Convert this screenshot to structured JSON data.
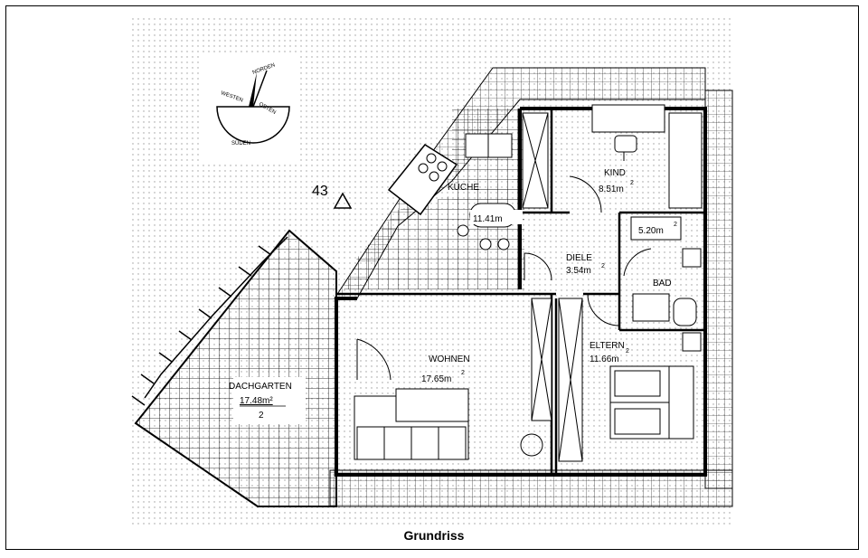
{
  "caption": "Grundriss",
  "compass": {
    "north": "NORDEN",
    "west": "WESTEN",
    "east": "OSTEN",
    "south": "SÜDEN"
  },
  "marker": "43",
  "rooms": {
    "kueche": {
      "name": "KÜCHE",
      "area": "11.41m"
    },
    "kind": {
      "name": "KIND",
      "area": "8.51m"
    },
    "bad_area": "5.20m",
    "diele": {
      "name": "DIELE",
      "area": "3.54m"
    },
    "bad": {
      "name": "BAD"
    },
    "wohnen": {
      "name": "WOHNEN",
      "area": "17.65m"
    },
    "eltern": {
      "name": "ELTERN",
      "area": "11.66m"
    },
    "dachgarten": {
      "name": "DACHGARTEN",
      "area": "17.48m²",
      "number": "2"
    }
  },
  "superscript": "2",
  "colors": {
    "ink": "#000000",
    "dots": "#9a9a9a",
    "paper": "#ffffff"
  }
}
